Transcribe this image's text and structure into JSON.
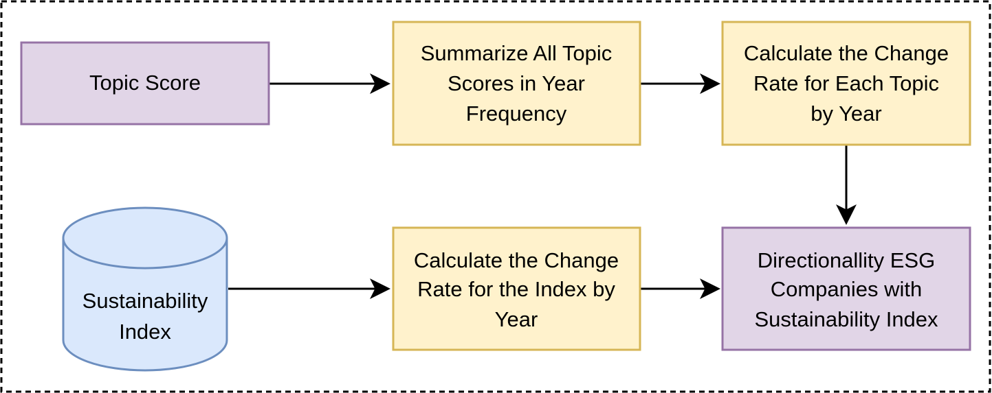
{
  "nodes": {
    "topic_score": {
      "lines": [
        "Topic Score"
      ],
      "fill": "#e1d5e7",
      "stroke": "#9673a6"
    },
    "summarize": {
      "lines": [
        "Summarize All Topic",
        "Scores in Year",
        "Frequency"
      ],
      "fill": "#fff2cc",
      "stroke": "#d6b656"
    },
    "change_rate_topic": {
      "lines": [
        "Calculate the Change",
        "Rate for Each Topic",
        "by Year"
      ],
      "fill": "#fff2cc",
      "stroke": "#d6b656"
    },
    "sustainability_index": {
      "lines": [
        "Sustainability",
        "Index"
      ],
      "fill": "#dae8fc",
      "stroke": "#6c8ebf",
      "shape": "cylinder"
    },
    "change_rate_index": {
      "lines": [
        "Calculate the Change",
        "Rate for the Index by",
        "Year"
      ],
      "fill": "#fff2cc",
      "stroke": "#d6b656"
    },
    "directionality": {
      "lines": [
        "Directionallity ESG",
        "Companies with",
        "Sustainability Index"
      ],
      "fill": "#e1d5e7",
      "stroke": "#9673a6"
    }
  },
  "edges": [
    {
      "from": "topic_score",
      "to": "summarize"
    },
    {
      "from": "summarize",
      "to": "change_rate_topic"
    },
    {
      "from": "change_rate_topic",
      "to": "directionality"
    },
    {
      "from": "sustainability_index",
      "to": "change_rate_index"
    },
    {
      "from": "change_rate_index",
      "to": "directionality"
    }
  ],
  "frame": {
    "stroke": "#000000",
    "style": "dashed"
  }
}
